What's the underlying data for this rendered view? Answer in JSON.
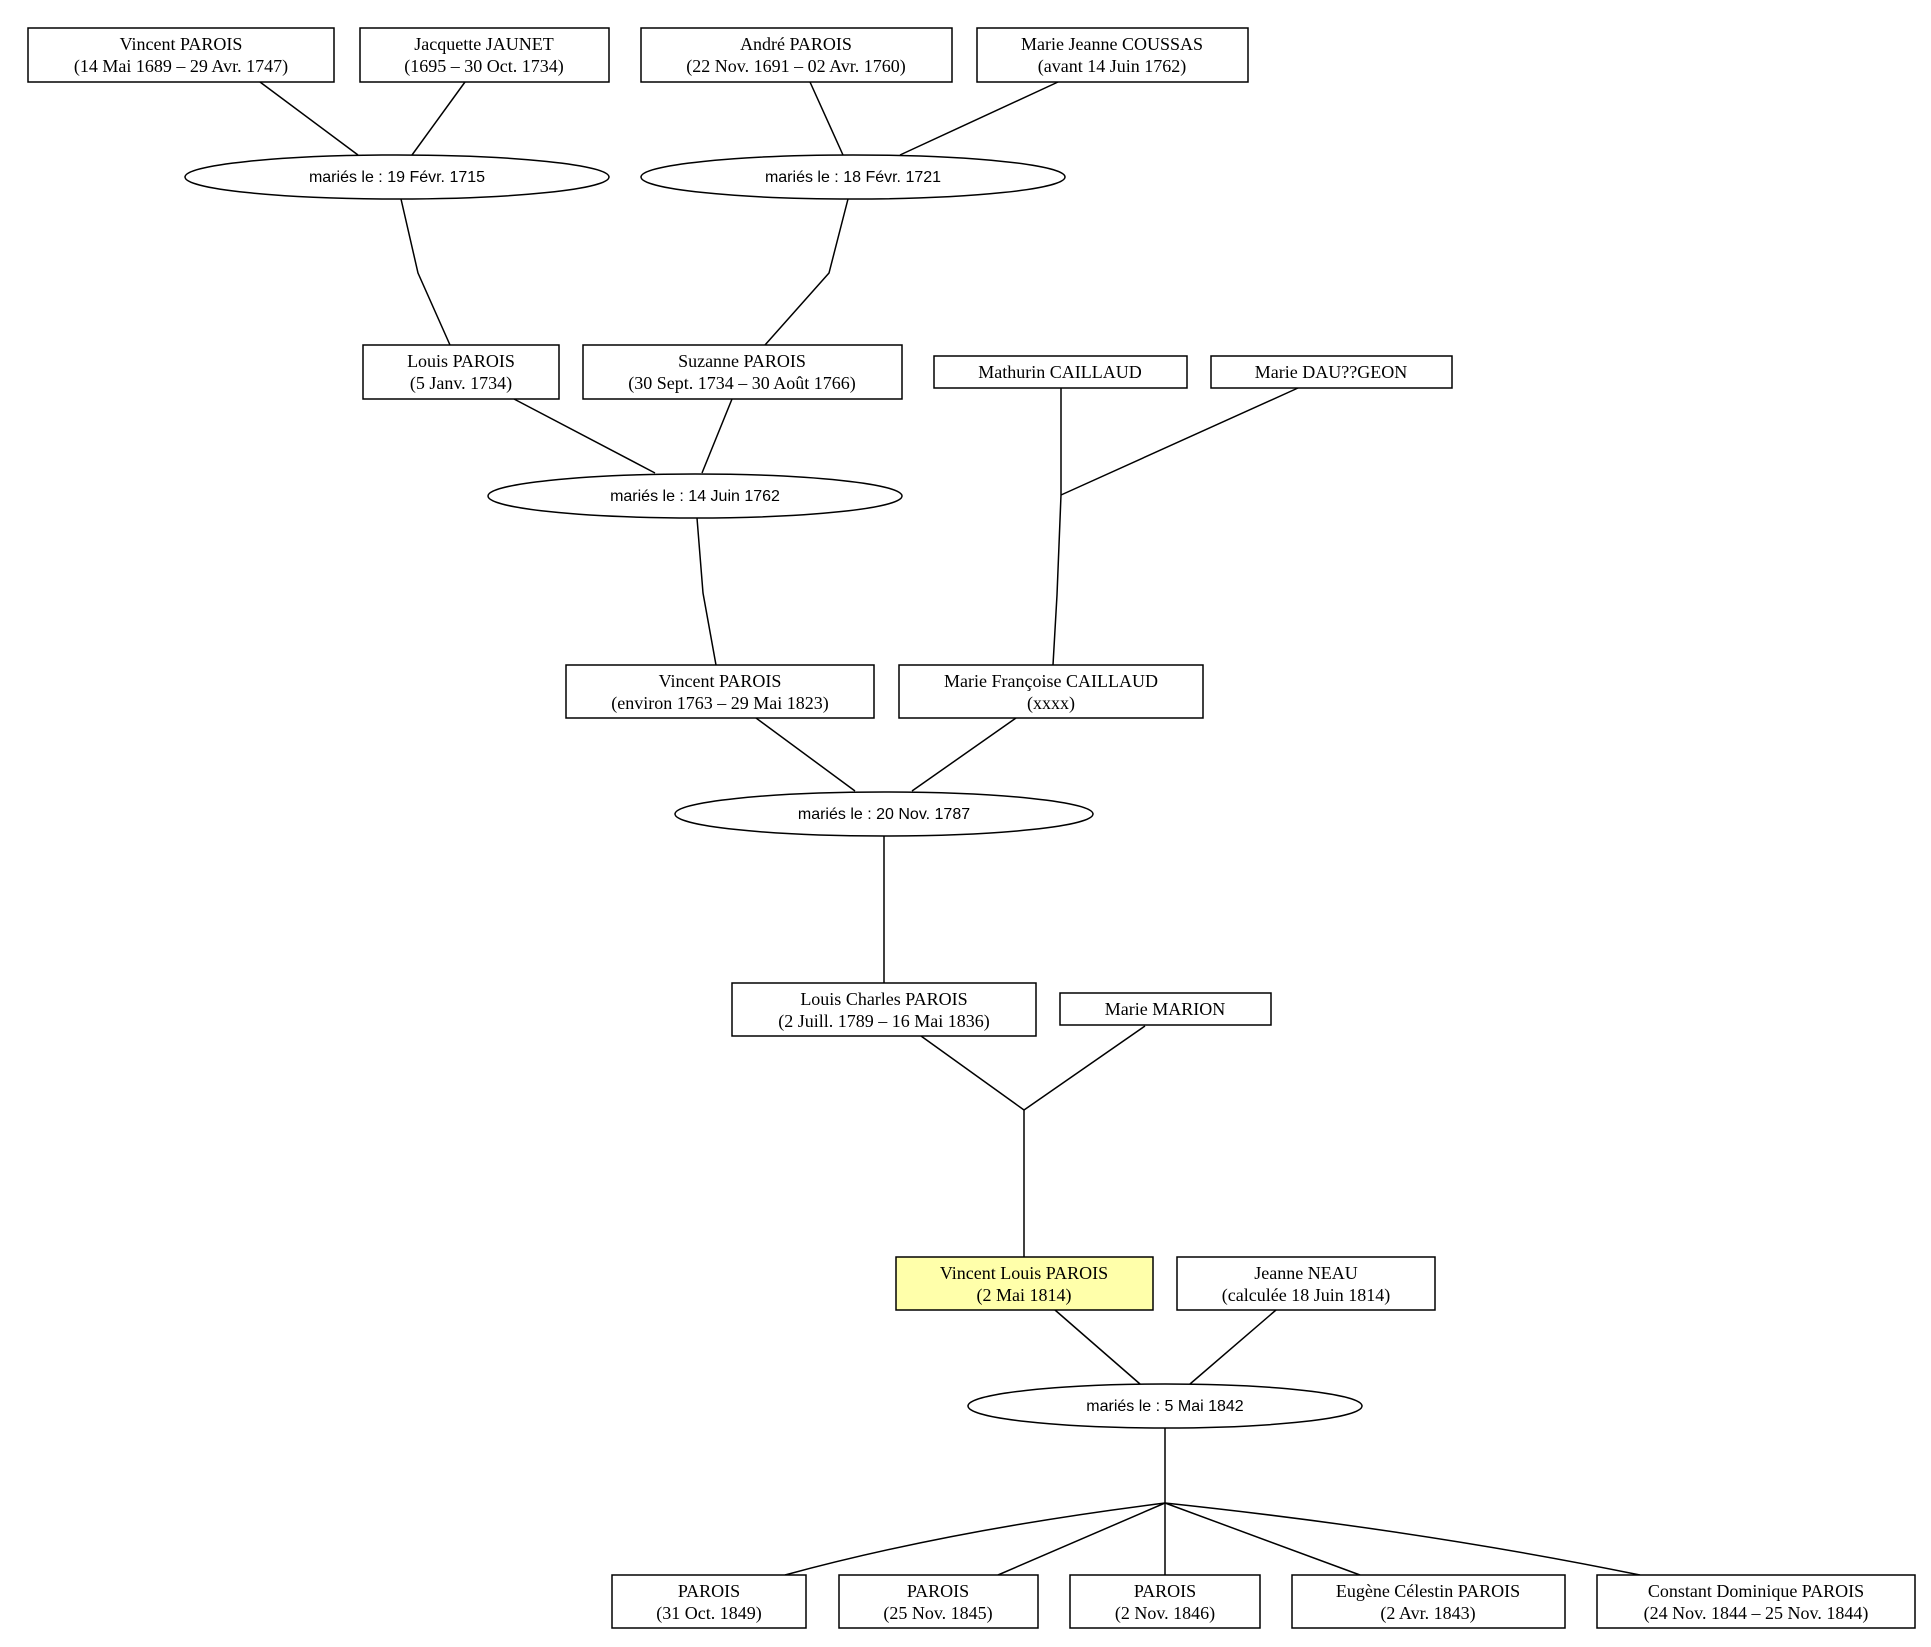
{
  "persons": {
    "vincent_parois_1689": {
      "name": "Vincent PAROIS",
      "dates": "(14 Mai 1689 – 29 Avr. 1747)"
    },
    "jacquette_jaunet": {
      "name": "Jacquette JAUNET",
      "dates": "(1695 – 30 Oct. 1734)"
    },
    "andre_parois": {
      "name": "André PAROIS",
      "dates": "(22 Nov. 1691 – 02 Avr. 1760)"
    },
    "marie_jeanne_coussas": {
      "name": "Marie Jeanne COUSSAS",
      "dates": "(avant 14 Juin 1762)"
    },
    "louis_parois": {
      "name": "Louis PAROIS",
      "dates": "(5 Janv. 1734)"
    },
    "suzanne_parois": {
      "name": "Suzanne PAROIS",
      "dates": "(30 Sept. 1734 – 30 Août 1766)"
    },
    "mathurin_caillaud": {
      "name": "Mathurin CAILLAUD"
    },
    "marie_dau_geon": {
      "name": "Marie DAU??GEON"
    },
    "vincent_parois_1763": {
      "name": "Vincent PAROIS",
      "dates": "(environ 1763 – 29 Mai 1823)"
    },
    "marie_francoise_caillaud": {
      "name": "Marie Françoise CAILLAUD",
      "dates": "(xxxx)"
    },
    "louis_charles_parois": {
      "name": "Louis Charles PAROIS",
      "dates": "(2 Juill. 1789 – 16 Mai 1836)"
    },
    "marie_marion": {
      "name": "Marie MARION"
    },
    "vincent_louis_parois": {
      "name": "Vincent Louis PAROIS",
      "dates": "(2 Mai 1814)"
    },
    "jeanne_neau": {
      "name": "Jeanne NEAU",
      "dates": "(calculée 18 Juin 1814)"
    },
    "parois_1849": {
      "name": "PAROIS",
      "dates": "(31 Oct. 1849)"
    },
    "parois_1845": {
      "name": "PAROIS",
      "dates": "(25 Nov. 1845)"
    },
    "parois_1846": {
      "name": "PAROIS",
      "dates": "(2 Nov. 1846)"
    },
    "eugene_celestin_parois": {
      "name": "Eugène Célestin PAROIS",
      "dates": "(2 Avr. 1843)"
    },
    "constant_dominique_parois": {
      "name": "Constant Dominique PAROIS",
      "dates": "(24 Nov. 1844 – 25 Nov. 1844)"
    }
  },
  "marriages": {
    "m1715": "mariés le : 19 Févr. 1715",
    "m1721": "mariés le : 18 Févr. 1721",
    "m1762": "mariés le : 14 Juin 1762",
    "m1787": "mariés le : 20 Nov. 1787",
    "m1842": "mariés le : 5 Mai 1842"
  },
  "colors": {
    "highlight": "#ffffaa",
    "line": "#000000",
    "background": "#ffffff"
  }
}
